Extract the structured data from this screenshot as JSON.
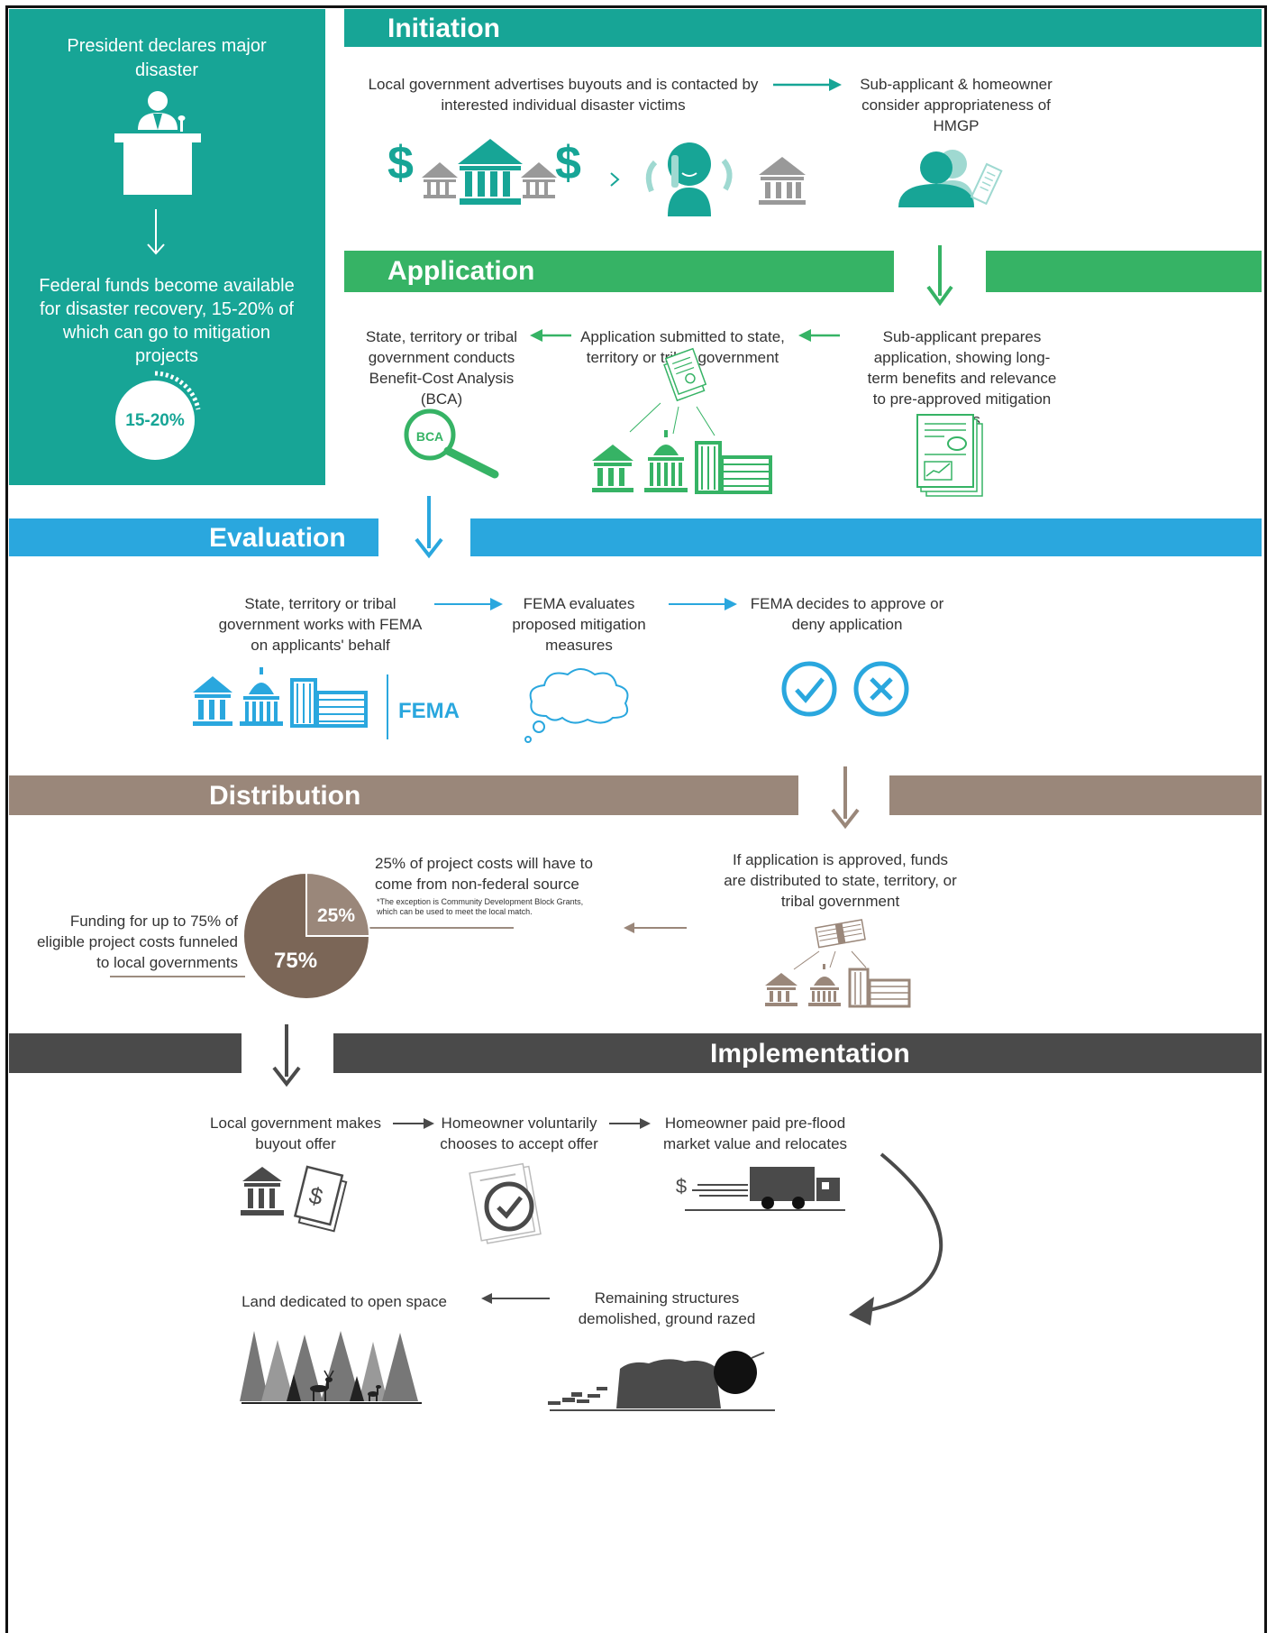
{
  "colors": {
    "teal": "#17a596",
    "green": "#36b365",
    "blue": "#2aa7de",
    "brown": "#9a877a",
    "brown_dark": "#7b6657",
    "dark": "#4a4a4a"
  },
  "sidebar": {
    "declare": "President declares major disaster",
    "funds": "Federal funds become available for disaster recovery, 15-20% of which can go to mitigation projects",
    "badge": "15-20%"
  },
  "initiation": {
    "title": "Initiation",
    "step1": "Local government advertises buyouts and is contacted by interested individual disaster victims",
    "step2": "Sub-applicant & homeowner consider appropriateness of HMGP"
  },
  "application": {
    "title": "Application",
    "step1": "Sub-applicant prepares application, showing long-term benefits and relevance to pre-approved mitigation plans",
    "step2": "Application submitted to state, territory or tribal government",
    "step3": "State, territory or tribal government conducts Benefit-Cost Analysis (BCA)",
    "bca_label": "BCA"
  },
  "evaluation": {
    "title": "Evaluation",
    "step1": "State, territory or tribal government works with FEMA on applicants' behalf",
    "step2": "FEMA evaluates proposed mitigation measures",
    "step3": "FEMA decides to approve or deny application",
    "fema_label": "FEMA"
  },
  "distribution": {
    "title": "Distribution",
    "step1": "If application is approved, funds are distributed to state, territory, or tribal government",
    "nonfed": "25% of project costs will have to come from non-federal source",
    "footnote": "*The exception is Community Development Block Grants, which can be used to meet the local match.",
    "federal": "Funding for up to 75% of eligible project costs funneled to local governments",
    "pie": [
      {
        "label": "75%",
        "value": 75
      },
      {
        "label": "25%",
        "value": 25
      }
    ]
  },
  "implementation": {
    "title": "Implementation",
    "step1": "Local government makes buyout offer",
    "step2": "Homeowner voluntarily chooses to accept offer",
    "step3": "Homeowner paid pre-flood market value and relocates",
    "step4": "Remaining structures demolished, ground razed",
    "step5": "Land dedicated to open space",
    "dollar": "$"
  }
}
